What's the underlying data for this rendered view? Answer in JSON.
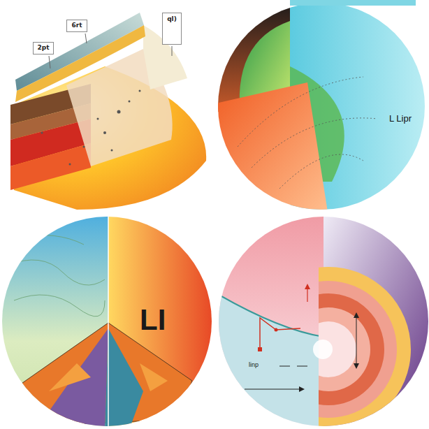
{
  "diagram": {
    "nodes": [
      {
        "text": [
          "2pt"
        ]
      },
      {
        "text": [
          "6rt"
        ]
      },
      {
        "text": [
          "ql)"
        ]
      }
    ],
    "labels": [
      "L Lipr",
      "LI",
      "linp"
    ]
  }
}
